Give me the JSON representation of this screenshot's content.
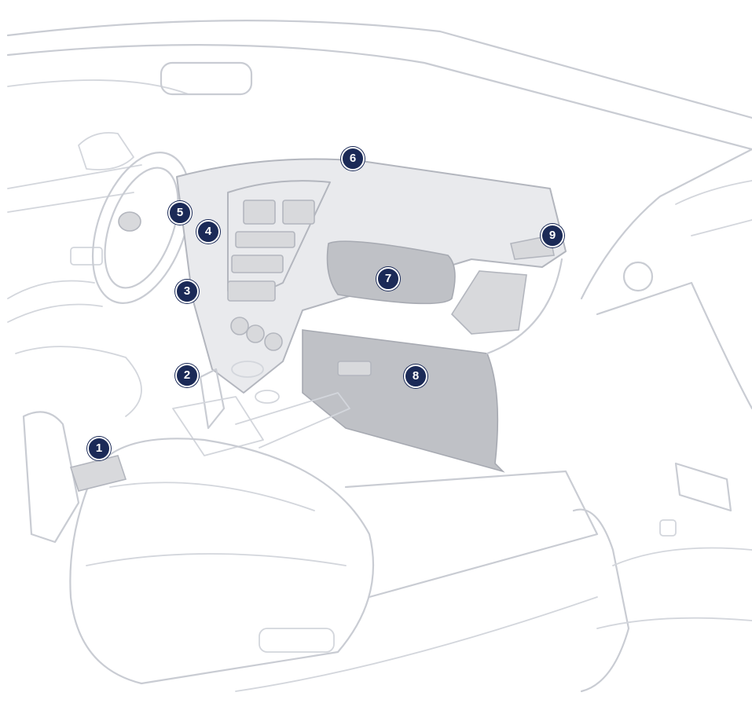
{
  "diagram": {
    "callouts": [
      {
        "label": "1",
        "target": "seat-front-lever"
      },
      {
        "label": "2",
        "target": "gear-lever"
      },
      {
        "label": "3",
        "target": "ignition-knob"
      },
      {
        "label": "4",
        "target": "dash-switch"
      },
      {
        "label": "5",
        "target": "steering-column-stalk"
      },
      {
        "label": "6",
        "target": "dashboard-top"
      },
      {
        "label": "7",
        "target": "passenger-airbag-panel"
      },
      {
        "label": "8",
        "target": "glove-box"
      },
      {
        "label": "9",
        "target": "dash-end-panel"
      }
    ]
  }
}
